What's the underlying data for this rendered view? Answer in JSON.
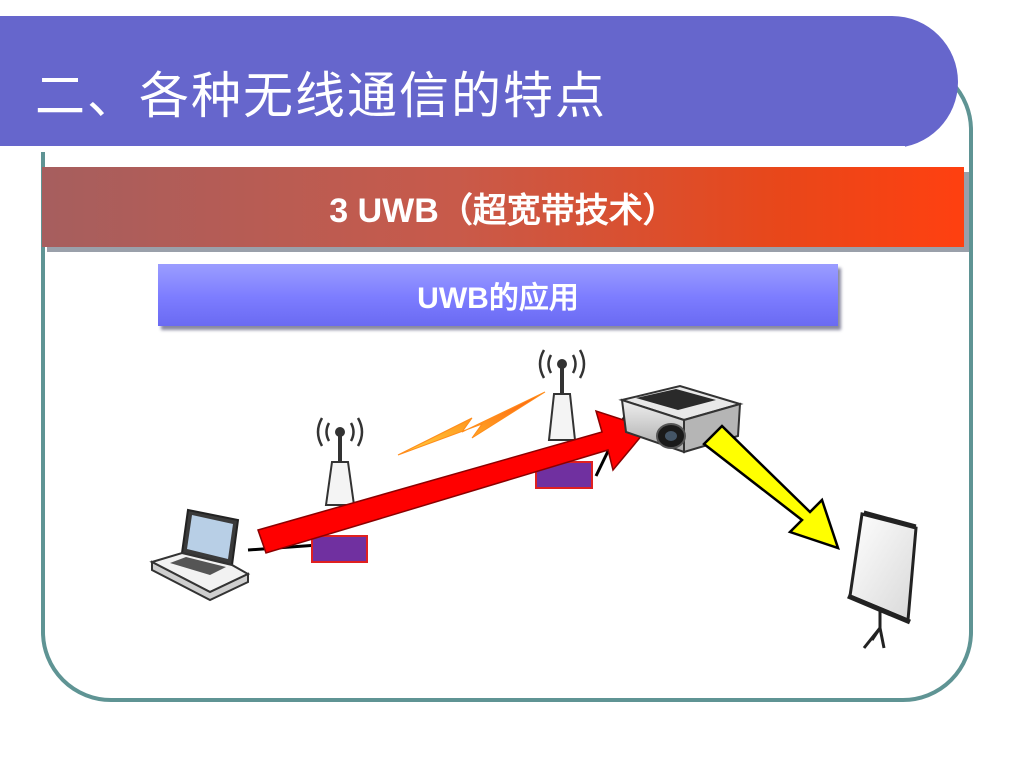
{
  "slide": {
    "title": "二、各种无线通信的特点",
    "banner": "3  UWB（超宽带技术）",
    "subtitle": "UWB的应用"
  },
  "diagram": {
    "devices": [
      "laptop-icon",
      "antenna-icon",
      "antenna-icon",
      "projector-icon",
      "projection-screen-icon"
    ],
    "signal": "lightning-bolt-icon",
    "flows": [
      "red-arrow",
      "yellow-arrow"
    ]
  },
  "colors": {
    "title_bar": "#6666cc",
    "frame_border": "#5f9494",
    "banner_start": "#a65e5e",
    "banner_end": "#ff4010",
    "sub_banner": "#7c7cff",
    "red_arrow": "#ff0000",
    "yellow_arrow": "#ffff00",
    "module": "#7030a0"
  }
}
